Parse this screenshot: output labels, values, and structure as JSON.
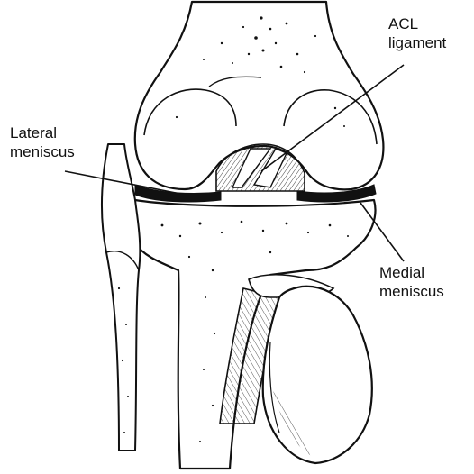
{
  "labels": {
    "acl": {
      "line1": "ACL",
      "line2": "ligament"
    },
    "lateral_meniscus": {
      "line1": "Lateral",
      "line2": "meniscus"
    },
    "medial_meniscus": {
      "line1": "Medial",
      "line2": "meniscus"
    }
  },
  "colors": {
    "ink": "#111111",
    "paper": "#ffffff"
  },
  "icons": [
    "knee-joint-illustration"
  ]
}
